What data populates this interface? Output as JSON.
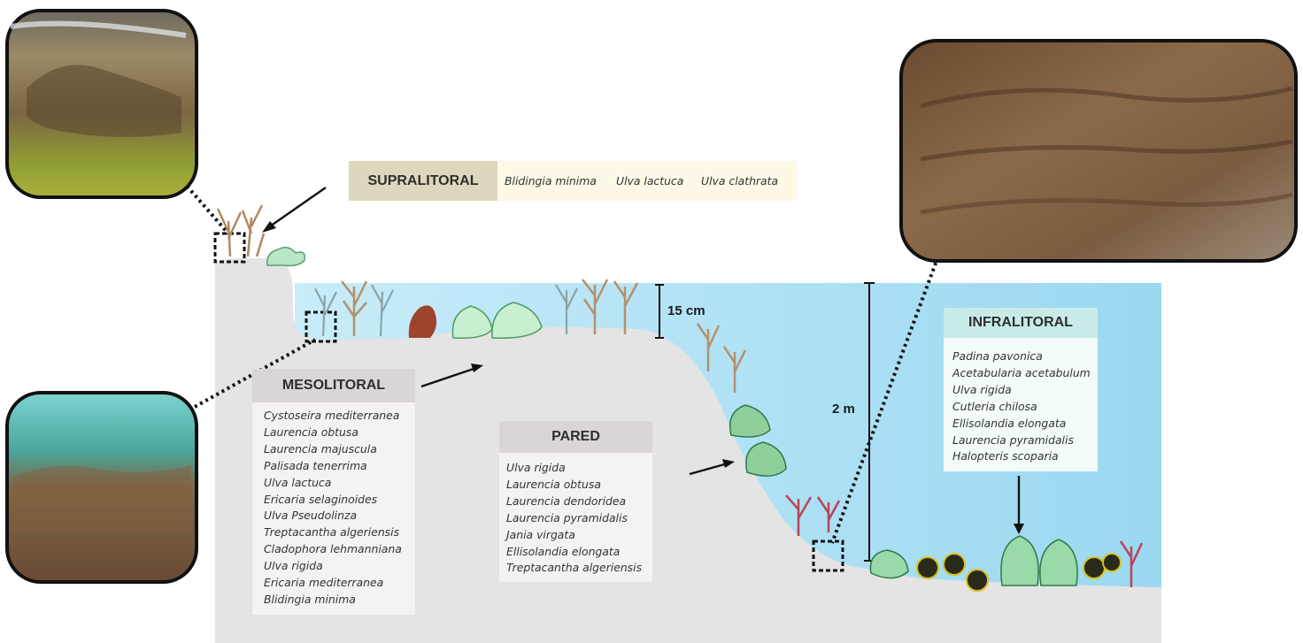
{
  "zones": {
    "supralitoral": {
      "title": "SUPRALITORAL",
      "species": [
        "Blidingia minima",
        "Ulva lactuca",
        "Ulva clathrata"
      ],
      "header_color": "#ddd8bd",
      "body_color": "#fdf9e6"
    },
    "mesolitoral": {
      "title": "MESOLITORAL",
      "species": [
        "Cystoseira mediterranea",
        "Laurencia obtusa",
        "Laurencia majuscula",
        "Palisada tenerrima",
        "Ulva lactuca",
        "Ericaria selaginoides",
        "Ulva Pseudolinza",
        "Treptacantha algeriensis",
        "Cladophora lehmanniana",
        "Ulva rigida",
        "Ericaria mediterranea",
        "Blidingia minima"
      ],
      "header_color": "#dbd6d6"
    },
    "pared": {
      "title": "PARED",
      "species": [
        "Ulva rigida",
        "Laurencia obtusa",
        "Laurencia dendoridea",
        "Laurencia pyramidalis",
        "Jania virgata",
        "Ellisolandia elongata",
        "Treptacantha algeriensis"
      ],
      "header_color": "#dbd6d6"
    },
    "infralitoral": {
      "title": "INFRALITORAL",
      "species": [
        "Padina pavonica",
        "Acetabularia acetabulum",
        "Ulva rigida",
        "Cutleria chilosa",
        "Ellisolandia elongata",
        "Laurencia pyramidalis",
        "Halopteris scoparia"
      ],
      "header_color": "#c9ebe8",
      "body_color": "#f3fbfb"
    }
  },
  "measurements": {
    "pool_depth": "15 cm",
    "wall_depth": "2 m"
  },
  "colors": {
    "water_light": "#cfeefa",
    "water_deep": "#8fd4ee",
    "rock": "#e4e4e4",
    "photo_border": "#111111"
  },
  "icons": {
    "brown_algae": "branching-brown-alga-icon",
    "green_algae": "green-ulva-icon",
    "red_algae": "red-coral-alga-icon",
    "padina": "padina-fan-icon"
  }
}
